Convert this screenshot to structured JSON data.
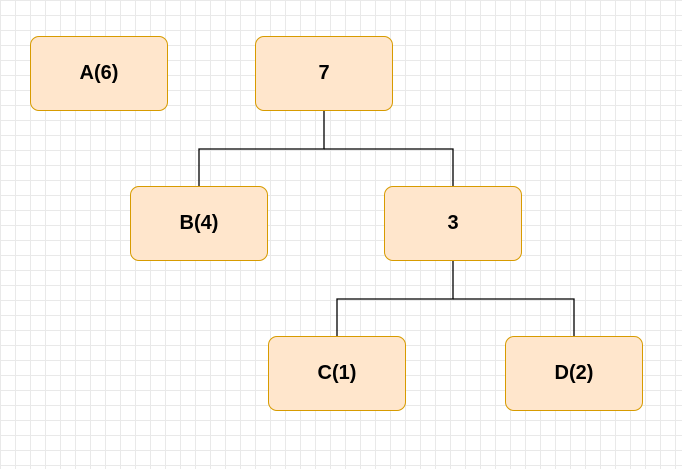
{
  "diagram": {
    "nodes": {
      "a": {
        "label": "A(6)"
      },
      "root": {
        "label": "7"
      },
      "b": {
        "label": "B(4)"
      },
      "internal": {
        "label": "3"
      },
      "c": {
        "label": "C(1)"
      },
      "d": {
        "label": "D(2)"
      }
    },
    "edges": [
      {
        "from": "7",
        "to": "B(4)"
      },
      {
        "from": "7",
        "to": "3"
      },
      {
        "from": "3",
        "to": "C(1)"
      },
      {
        "from": "3",
        "to": "D(2)"
      }
    ],
    "colors": {
      "node_fill": "#ffe6cc",
      "node_stroke": "#d79b00",
      "edge": "#000000",
      "grid": "#e9e9e9"
    }
  }
}
